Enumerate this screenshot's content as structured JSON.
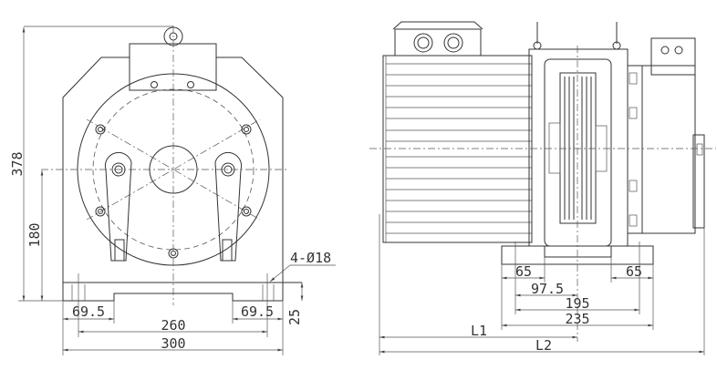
{
  "front_view": {
    "dim_height_total": "378",
    "dim_center_height": "180",
    "dim_base_thickness": "25",
    "dim_foot_left": "69.5",
    "dim_foot_right": "69.5",
    "dim_hole_spacing": "260",
    "dim_base_width": "300",
    "hole_callout": "4-Ø18"
  },
  "side_view": {
    "dim_foot_left": "65",
    "dim_foot_right": "65",
    "dim_sheave_offset": "97.5",
    "dim_hole_spacing": "195",
    "dim_base_length": "235",
    "dim_l1": "L1",
    "dim_l2": "L2"
  },
  "colors": {
    "line": "#333333",
    "background": "#ffffff"
  }
}
